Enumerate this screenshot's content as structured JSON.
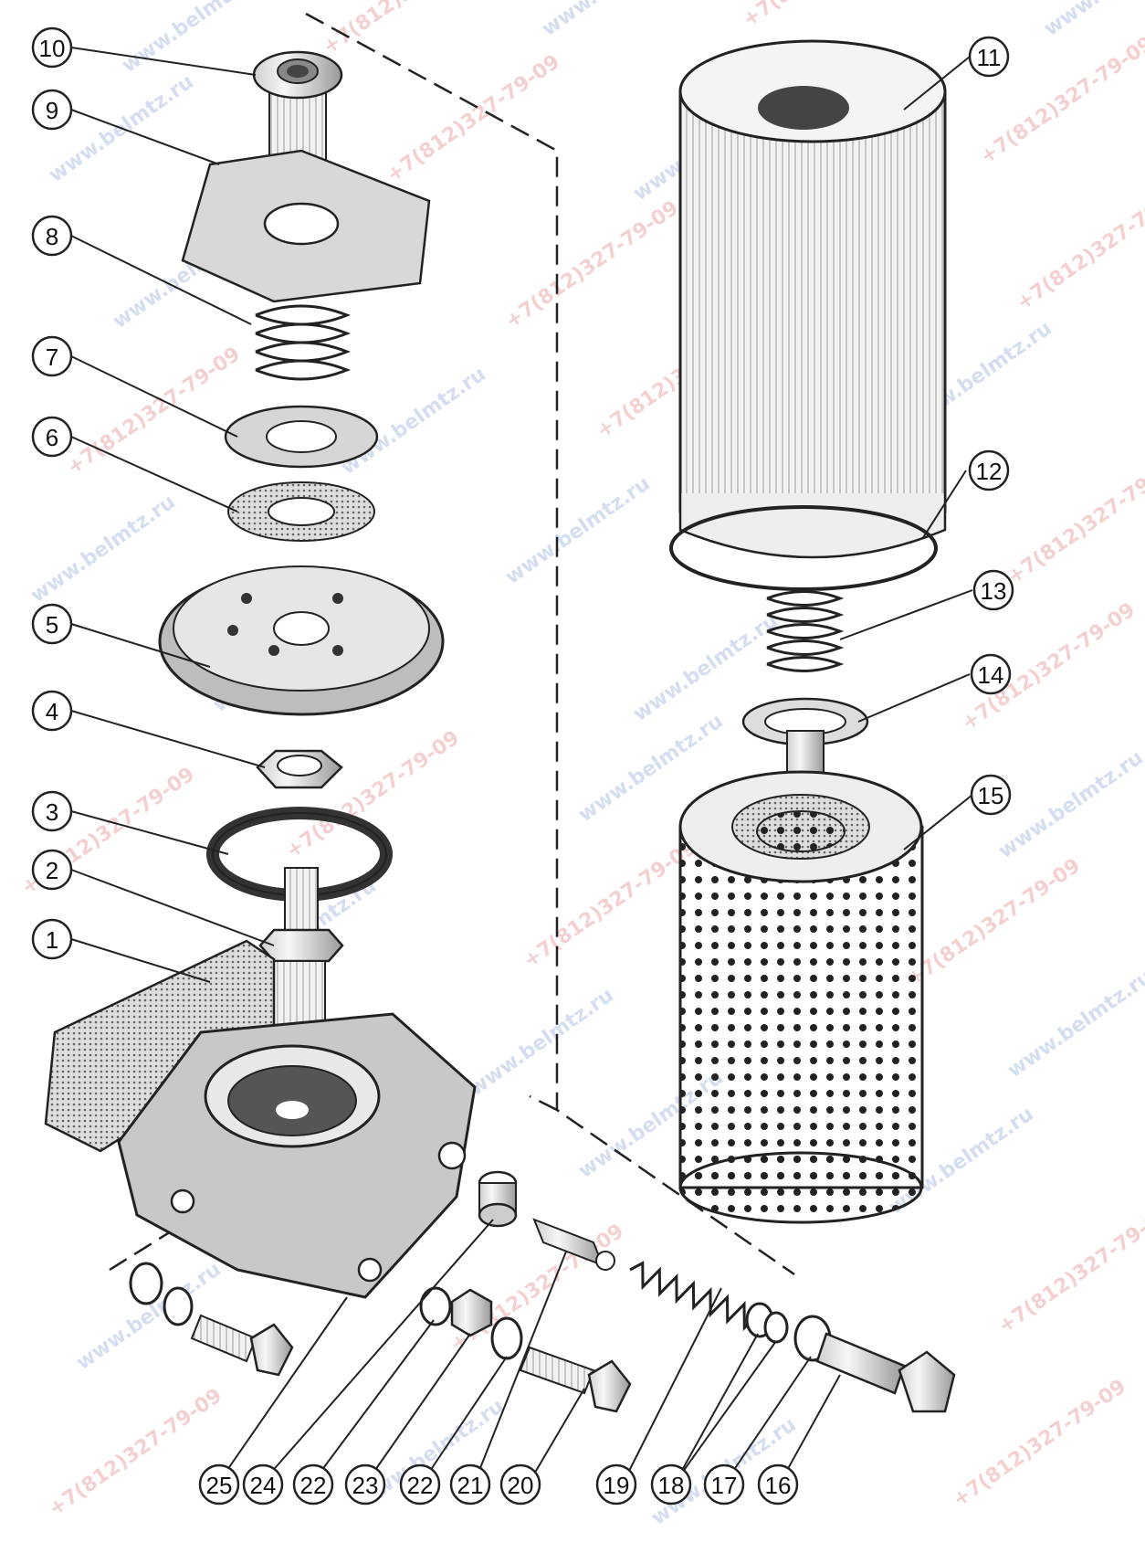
{
  "watermarks": {
    "site": "www.belmtz.ru",
    "phone": "+7(812)327-79-09",
    "site_color": "#8aa0d8",
    "phone_color": "#e07a7a"
  },
  "callouts": [
    {
      "id": "c10",
      "label": "10"
    },
    {
      "id": "c9",
      "label": "9"
    },
    {
      "id": "c8",
      "label": "8"
    },
    {
      "id": "c7",
      "label": "7"
    },
    {
      "id": "c6",
      "label": "6"
    },
    {
      "id": "c5",
      "label": "5"
    },
    {
      "id": "c4",
      "label": "4"
    },
    {
      "id": "c3",
      "label": "3"
    },
    {
      "id": "c2",
      "label": "2"
    },
    {
      "id": "c1",
      "label": "1"
    },
    {
      "id": "c11",
      "label": "11"
    },
    {
      "id": "c12",
      "label": "12"
    },
    {
      "id": "c13",
      "label": "13"
    },
    {
      "id": "c14",
      "label": "14"
    },
    {
      "id": "c15",
      "label": "15"
    },
    {
      "id": "c25",
      "label": "25"
    },
    {
      "id": "c24",
      "label": "24"
    },
    {
      "id": "c22a",
      "label": "22"
    },
    {
      "id": "c23",
      "label": "23"
    },
    {
      "id": "c22b",
      "label": "22"
    },
    {
      "id": "c21",
      "label": "21"
    },
    {
      "id": "c20",
      "label": "20"
    },
    {
      "id": "c19",
      "label": "19"
    },
    {
      "id": "c18",
      "label": "18"
    },
    {
      "id": "c17",
      "label": "17"
    },
    {
      "id": "c16",
      "label": "16"
    }
  ]
}
